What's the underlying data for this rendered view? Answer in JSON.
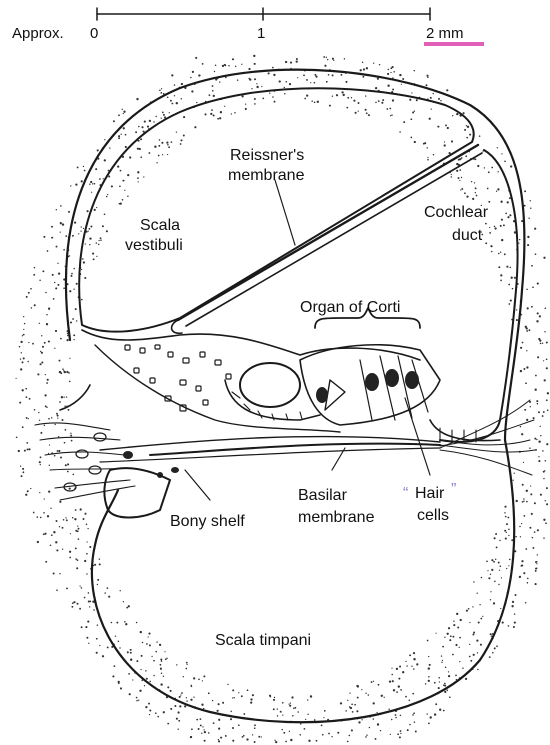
{
  "scale_bar": {
    "prefix": "Approx.",
    "ticks": [
      "0",
      "1",
      "2 mm"
    ],
    "unit_highlight_color": "#e060b8"
  },
  "labels": {
    "reissners": [
      "Reissner's",
      "membrane"
    ],
    "scala_vestibuli": [
      "Scala",
      "vestibuli"
    ],
    "cochlear_duct": [
      "Cochlear",
      "duct"
    ],
    "organ_of_corti": "Organ of Corti",
    "basilar_membrane": [
      "Basilar",
      "membrane"
    ],
    "bony_shelf": "Bony shelf",
    "hair_cells": [
      "Hair",
      "cells"
    ],
    "hair_cells_quotes": [
      "“",
      "”"
    ],
    "scala_timpani": "Scala timpani"
  },
  "colors": {
    "ink": "#1a1a1a",
    "background": "#ffffff",
    "quote_accent": "#8a7fd0"
  }
}
